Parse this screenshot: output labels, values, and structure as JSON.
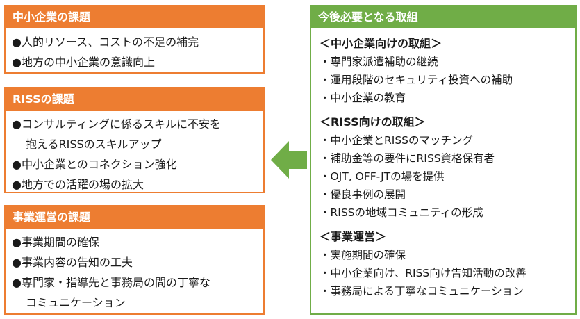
{
  "left_boxes": [
    {
      "title": "中小企業の課題",
      "items": [
        {
          "line1": "●人的リソース、コストの不足の補完"
        },
        {
          "line1": "●地方の中小企業の意識向上"
        }
      ]
    },
    {
      "title": "RISSの課題",
      "items": [
        {
          "line1": "●コンサルティングに係るスキルに不安を",
          "line2": "抱えるRISSのスキルアップ"
        },
        {
          "line1": "●中小企業とのコネクション強化"
        },
        {
          "line1": "●地方での活躍の場の拡大"
        }
      ]
    },
    {
      "title": "事業運営の課題",
      "items": [
        {
          "line1": "●事業期間の確保"
        },
        {
          "line1": "●事業内容の告知の工夫"
        },
        {
          "line1": "●専門家・指導先と事務局の間の丁寧な",
          "line2": "コミュニケーション"
        }
      ]
    }
  ],
  "right_box": {
    "title": "今後必要となる取組",
    "sections": [
      {
        "heading": "＜中小企業向けの取組＞",
        "items": [
          "・専門家派遣補助の継続",
          "・運用段階のセキュリティ投資への補助",
          "・中小企業の教育"
        ]
      },
      {
        "heading": "＜RISS向けの取組＞",
        "items": [
          "・中小企業とRISSのマッチング",
          "・補助金等の要件にRISS資格保有者",
          "・OJT, OFF-JTの場を提供",
          "・優良事例の展開",
          "・RISSの地域コミュニティの形成"
        ]
      },
      {
        "heading": "＜事業運営＞",
        "items": [
          "・実施期間の確保",
          "・中小企業向け、RISS向け告知活動の改善",
          "・事務局による丁寧なコミュニケーション"
        ]
      }
    ]
  },
  "colors": {
    "orange": "#ed7d31",
    "green": "#70ad47"
  },
  "arrow": {
    "icon": "left-arrow-icon",
    "direction": "left"
  }
}
